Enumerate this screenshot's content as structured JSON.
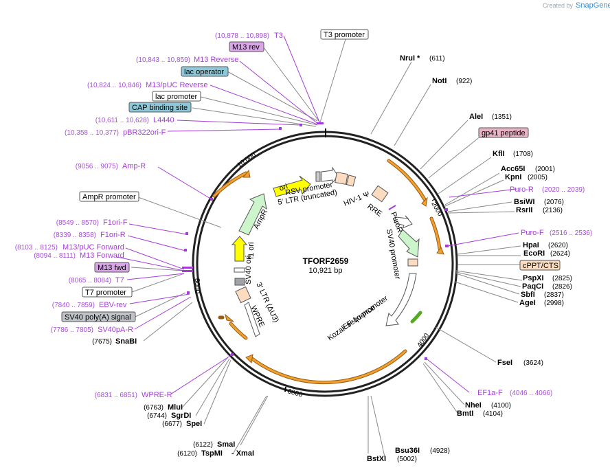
{
  "credit": {
    "prefix": "Created by",
    "brand": "SnapGene"
  },
  "center": {
    "name": "TFORF2659",
    "length": "10,921 bp"
  },
  "ticks": [
    "2000",
    "4000",
    "6000",
    "8000",
    "10,000"
  ],
  "primers_left": [
    {
      "coords": "(10,878 .. 10,898)",
      "name": "T3"
    },
    {
      "coords": "(10,843 .. 10,859)",
      "name": "M13 Reverse"
    },
    {
      "coords": "(10,824 .. 10,846)",
      "name": "M13/pUC Reverse"
    },
    {
      "coords": "(10,611 .. 10,628)",
      "name": "L4440"
    },
    {
      "coords": "(10,358 .. 10,377)",
      "name": "pBR322ori-F"
    },
    {
      "coords": "(9056 .. 9075)",
      "name": "Amp-R"
    },
    {
      "coords": "(8549 .. 8570)",
      "name": "F1ori-F"
    },
    {
      "coords": "(8339 .. 8358)",
      "name": "F1ori-R"
    },
    {
      "coords": "(8103 .. 8125)",
      "name": "M13/pUC Forward"
    },
    {
      "coords": "(8094 .. 8111)",
      "name": "M13 Forward"
    },
    {
      "coords": "(8065 .. 8084)",
      "name": "T7"
    },
    {
      "coords": "(7840 .. 7859)",
      "name": "EBV-rev"
    },
    {
      "coords": "(7786 .. 7805)",
      "name": "SV40pA-R"
    },
    {
      "coords": "(6831 .. 6851)",
      "name": "WPRE-R"
    }
  ],
  "feature_boxes": [
    {
      "name": "M13 rev",
      "fill": "#d9a6e8"
    },
    {
      "name": "lac operator",
      "fill": "#8ec8d8"
    },
    {
      "name": "lac promoter",
      "fill": "#ffffff"
    },
    {
      "name": "CAP binding site",
      "fill": "#8ec8d8"
    },
    {
      "name": "AmpR promoter",
      "fill": "#ffffff"
    },
    {
      "name": "M13 fwd",
      "fill": "#d9a6e8"
    },
    {
      "name": "T7 promoter",
      "fill": "#ffffff"
    },
    {
      "name": "SV40 poly(A) signal",
      "fill": "#c0c4c8"
    },
    {
      "name": "T3 promoter",
      "fill": "#ffffff"
    },
    {
      "name": "gp41 peptide",
      "fill": "#e8b4c4"
    },
    {
      "name": "cPPT/CTS",
      "fill": "#fcdcc0"
    }
  ],
  "enzymes_left_bottom": [
    {
      "coords": "(7675)",
      "name": "SnaBI"
    },
    {
      "coords": "(6763)",
      "name": "MluI"
    },
    {
      "coords": "(6744)",
      "name": "SgrDI"
    },
    {
      "coords": "(6677)",
      "name": "SpeI"
    },
    {
      "coords": "(6122)",
      "name": "SmaI"
    },
    {
      "coords": "(6120)",
      "name": "TspMI"
    },
    {
      "name": "- XmaI"
    }
  ],
  "enzymes_right": [
    {
      "name": "NruI *",
      "coords": "(611)"
    },
    {
      "name": "NotI",
      "coords": "(922)"
    },
    {
      "name": "AleI",
      "coords": "(1351)"
    },
    {
      "name": "KflI",
      "coords": "(1708)"
    },
    {
      "name": "Acc65I",
      "coords": "(2001)"
    },
    {
      "name": "KpnI",
      "coords": "(2005)"
    },
    {
      "name": "BsiWI",
      "coords": "(2076)"
    },
    {
      "name": "RsrII",
      "coords": "(2136)"
    },
    {
      "name": "HpaI",
      "coords": "(2620)"
    },
    {
      "name": "EcoRI",
      "coords": "(2624)"
    },
    {
      "name": "PspXI",
      "coords": "(2825)"
    },
    {
      "name": "PaqCI",
      "coords": "(2826)"
    },
    {
      "name": "SbfI",
      "coords": "(2837)"
    },
    {
      "name": "AgeI",
      "coords": "(2998)"
    },
    {
      "name": "FseI",
      "coords": "(3624)"
    },
    {
      "name": "NheI",
      "coords": "(4100)"
    },
    {
      "name": "BmtI",
      "coords": "(4104)"
    }
  ],
  "enzymes_bottom": [
    {
      "name": "Bsu36I",
      "coords": "(4928)"
    },
    {
      "name": "BstXI",
      "coords": "(5002)"
    }
  ],
  "primers_right": [
    {
      "name": "Puro-R",
      "coords": "(2020 .. 2039)"
    },
    {
      "name": "Puro-F",
      "coords": "(2516 .. 2536)"
    },
    {
      "name": "EF1a-F",
      "coords": "(4046 .. 4066)"
    }
  ],
  "inner_labels": [
    "ori",
    "RSV promoter",
    "5′ LTR (truncated)",
    "HIV-1 Ψ",
    "RRE",
    "AmpR",
    "f1 ori",
    "SV40 ori",
    "3′ LTR (ΔU3)",
    "WPRE",
    "PuroR",
    "SV40 promoter",
    "EF-1α promoter",
    "Kozak sequence",
    "TFORF2659",
    "10,921 bp"
  ],
  "colors": {
    "primer": "#a63cd8",
    "feature_orange": "#f0a030",
    "yellow": "#ffff00",
    "green_light": "#ccf5cc",
    "orange_box": "#fcdcc0"
  }
}
